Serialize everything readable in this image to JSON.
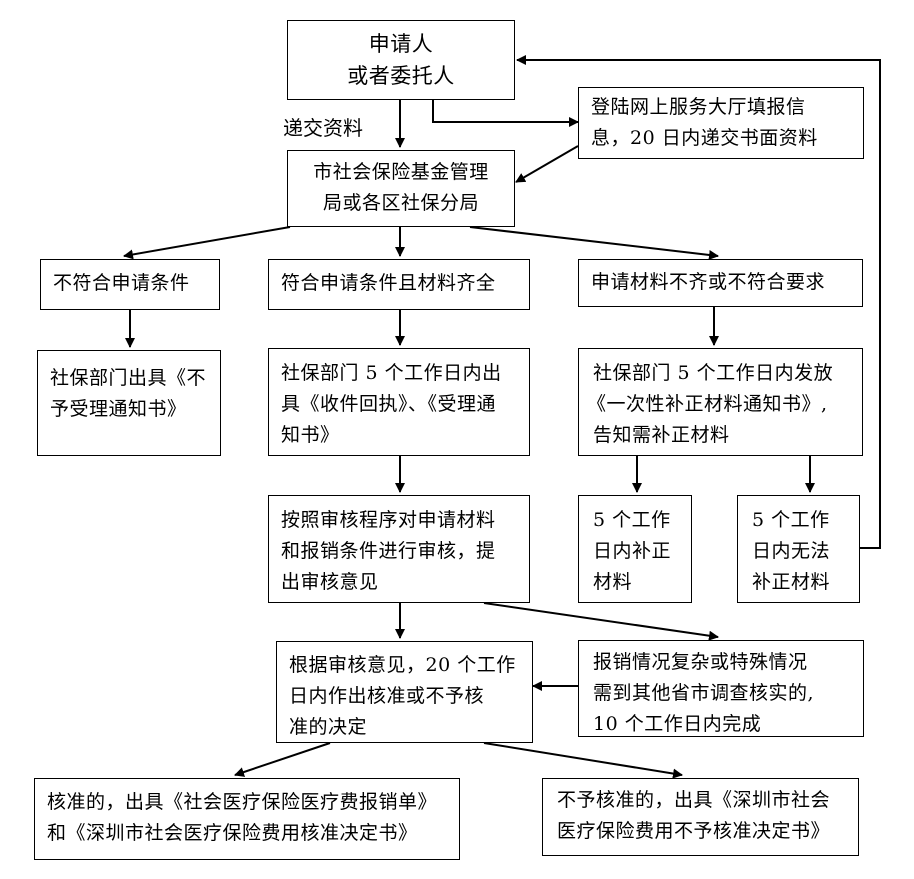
{
  "nodes": {
    "applicant": [
      "申请人",
      "或者委托人"
    ],
    "online": [
      "登陆网上服务大厅填报信",
      "息，20 日内递交书面资料"
    ],
    "bureau": [
      "市社会保险基金管理",
      "局或各区社保分局"
    ],
    "not_eligible": [
      "不符合申请条件"
    ],
    "eligible": [
      "符合申请条件且材料齐全"
    ],
    "incomplete": [
      "申请材料不齐或不符合要求"
    ],
    "reject_notice": [
      "社保部门出具《不",
      "予受理通知书》"
    ],
    "receipt": [
      "社保部门 5 个工作日内出",
      "具《收件回执》、《受理通",
      "知书》"
    ],
    "correction_notice": [
      "社保部门 5 个工作日内发放",
      "《一次性补正材料通知书》,",
      "告知需补正材料"
    ],
    "review": [
      "按照审核程序对申请材料",
      "和报销条件进行审核，提",
      "出审核意见"
    ],
    "corrected_5days": [
      "5  个工作",
      "日内补正",
      "材料"
    ],
    "not_corrected_5days": [
      "5  个工作",
      "日内无法",
      "补正材料"
    ],
    "decision": [
      "根据审核意见，20 个工作",
      "日内作出核准或不予核",
      "准的决定"
    ],
    "complex": [
      "报销情况复杂或特殊情况",
      "需到其他省市调查核实的,",
      "10 个工作日内完成"
    ],
    "approved": [
      "核准的，出具《社会医疗保险医疗费报销单》",
      "和《深圳市社会医疗保险费用核准决定书》"
    ],
    "not_approved": [
      "不予核准的，出具《深圳市社会",
      "医疗保险费用不予核准决定书》"
    ]
  },
  "edge_labels": {
    "submit_materials": "递交资料"
  }
}
